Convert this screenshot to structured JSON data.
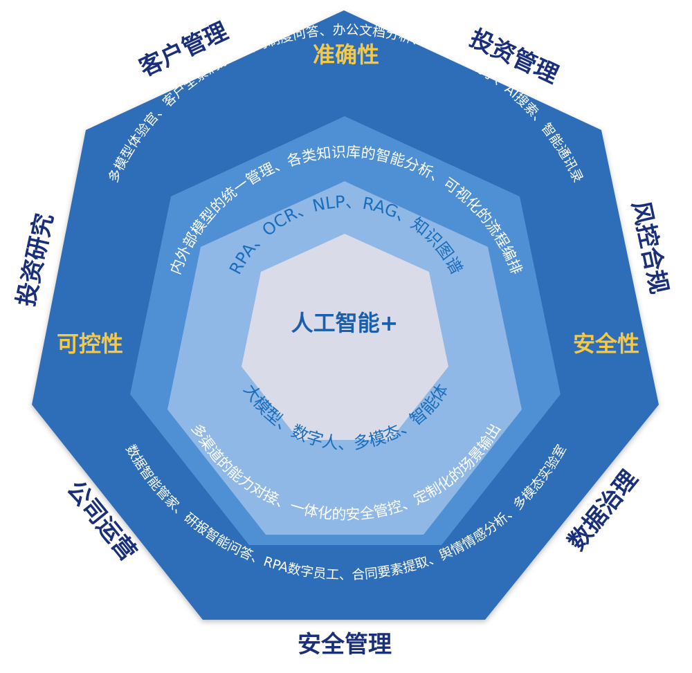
{
  "center": {
    "label": "人工智能+"
  },
  "outer_labels": {
    "top_left": "客户管理",
    "top_right": "投资管理",
    "left": "投资研究",
    "right": "风控合规",
    "bottom_left": "公司运营",
    "bottom_right": "数据治理",
    "bottom": "安全管理"
  },
  "properties": {
    "top": "准确性",
    "left": "可控性",
    "right": "安全性"
  },
  "ring1": {
    "upper": "多模型体验官、客户全景洞察、公司制度问答、办公文档分析、会议智能助手、AI搜索、智能通讯录",
    "lower": "数据智能管家、研报智能问答、RPA数字员工、合同要素提取、舆情情感分析、多模态实验室"
  },
  "ring2": {
    "upper": "内外部模型的统一管理、各类知识库的智能分析、可视化的流程编排",
    "lower": "多渠道的能力对接、一体化的安全管控、定制化的场景输出"
  },
  "ring3": {
    "upper": "RPA、OCR、NLP、RAG、知识图谱",
    "lower": "大模型、数字人、多模态、智能体"
  },
  "colors": {
    "outer": "#2f6db8",
    "ring2": "#4f8fd3",
    "ring3": "#8fb8e6",
    "center": "#dadbe8",
    "outer_label": "#1a2f7a",
    "property": "#f6c945"
  }
}
